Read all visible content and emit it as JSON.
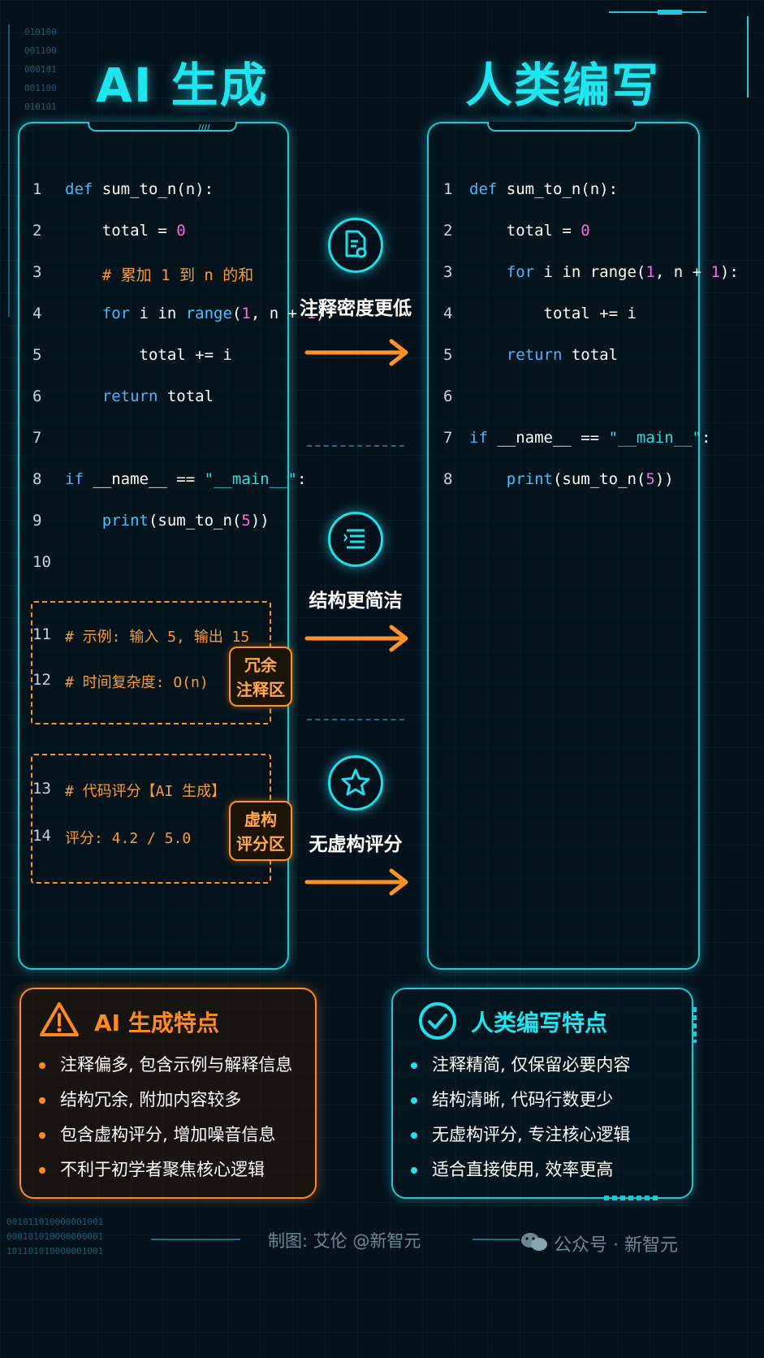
{
  "titles": {
    "left": "AI 生成",
    "right": "人类编写"
  },
  "left_code": {
    "lines": [
      {
        "n": "1",
        "parts": [
          [
            "kw",
            "def"
          ],
          [
            "t",
            " sum_to_n(n):"
          ]
        ]
      },
      {
        "n": "2",
        "parts": [
          [
            "t",
            "    total = "
          ],
          [
            "num",
            "0"
          ]
        ]
      },
      {
        "n": "3",
        "parts": [
          [
            "cm",
            "    # 累加 1 到 n 的和"
          ]
        ]
      },
      {
        "n": "4",
        "parts": [
          [
            "t",
            "    "
          ],
          [
            "kw",
            "for"
          ],
          [
            "t",
            " i in "
          ],
          [
            "fn",
            "range"
          ],
          [
            "t",
            "("
          ],
          [
            "num",
            "1"
          ],
          [
            "t",
            ", n + "
          ],
          [
            "num",
            "1"
          ],
          [
            "t",
            "):"
          ]
        ]
      },
      {
        "n": "5",
        "parts": [
          [
            "t",
            "        total += i"
          ]
        ]
      },
      {
        "n": "6",
        "parts": [
          [
            "t",
            "    "
          ],
          [
            "kw",
            "return"
          ],
          [
            "t",
            " total"
          ]
        ]
      },
      {
        "n": "7",
        "parts": []
      },
      {
        "n": "8",
        "parts": [
          [
            "kw",
            "if"
          ],
          [
            "t",
            " __name__ == "
          ],
          [
            "str",
            "\"__main__\""
          ],
          [
            "t",
            ":"
          ]
        ]
      },
      {
        "n": "9",
        "parts": [
          [
            "t",
            "    "
          ],
          [
            "fn",
            "print"
          ],
          [
            "t",
            "(sum_to_n("
          ],
          [
            "num",
            "5"
          ],
          [
            "t",
            "))"
          ]
        ]
      },
      {
        "n": "10",
        "parts": []
      }
    ],
    "redundant": [
      {
        "n": "11",
        "text": "# 示例: 输入 5, 输出 15"
      },
      {
        "n": "12",
        "text": "# 时间复杂度: O(n)"
      }
    ],
    "fake_score": [
      {
        "n": "13",
        "text": "# 代码评分【AI 生成】"
      },
      {
        "n": "14",
        "text": "评分: 4.2 / 5.0"
      }
    ],
    "tag_redundant": [
      "冗余",
      "注释区"
    ],
    "tag_score": [
      "虚构",
      "评分区"
    ]
  },
  "right_code": {
    "lines": [
      {
        "n": "1",
        "parts": [
          [
            "kw",
            "def"
          ],
          [
            "t",
            " sum_to_n(n):"
          ]
        ]
      },
      {
        "n": "2",
        "parts": [
          [
            "t",
            "    total = "
          ],
          [
            "num",
            "0"
          ]
        ]
      },
      {
        "n": "3",
        "parts": [
          [
            "t",
            "    "
          ],
          [
            "kw",
            "for"
          ],
          [
            "t",
            " i in range("
          ],
          [
            "num",
            "1"
          ],
          [
            "t",
            ", n + "
          ],
          [
            "num",
            "1"
          ],
          [
            "t",
            "):"
          ]
        ]
      },
      {
        "n": "4",
        "parts": [
          [
            "t",
            "        total += i"
          ]
        ]
      },
      {
        "n": "5",
        "parts": [
          [
            "t",
            "    "
          ],
          [
            "kw",
            "return"
          ],
          [
            "t",
            " total"
          ]
        ]
      },
      {
        "n": "6",
        "parts": []
      },
      {
        "n": "7",
        "parts": [
          [
            "kw",
            "if"
          ],
          [
            "t",
            " __name__ == "
          ],
          [
            "str",
            "\"__main__\""
          ],
          [
            "t",
            ":"
          ]
        ]
      },
      {
        "n": "8",
        "parts": [
          [
            "t",
            "    "
          ],
          [
            "fn",
            "print"
          ],
          [
            "t",
            "(sum_to_n("
          ],
          [
            "num",
            "5"
          ],
          [
            "t",
            "))"
          ]
        ]
      }
    ]
  },
  "middle": [
    {
      "icon": "document-icon",
      "label": "注释密度更低"
    },
    {
      "icon": "list-icon",
      "label": "结构更简洁"
    },
    {
      "icon": "star-icon",
      "label": "无虚构评分"
    }
  ],
  "ai_features": {
    "title": "AI 生成特点",
    "icon": "warning-icon",
    "items": [
      "注释偏多, 包含示例与解释信息",
      "结构冗余, 附加内容较多",
      "包含虚构评分, 增加噪音信息",
      "不利于初学者聚焦核心逻辑"
    ]
  },
  "human_features": {
    "title": "人类编写特点",
    "icon": "check-circle-icon",
    "items": [
      "注释精简, 仅保留必要内容",
      "结构清晰, 代码行数更少",
      "无虚构评分, 专注核心逻辑",
      "适合直接使用, 效率更高"
    ]
  },
  "footer": {
    "credit": "制图: 艾伦 @新智元",
    "wechat": "公众号 · 新智元"
  },
  "binary_text": [
    "010100",
    "001100",
    "000101",
    "001100",
    "010101"
  ],
  "binary_footer": [
    "001011010000001001",
    "000101010000000001",
    "101101010000001001"
  ],
  "colors": {
    "cyan": "#1fe5ee",
    "orange": "#ff9226",
    "background": "#05121c"
  }
}
